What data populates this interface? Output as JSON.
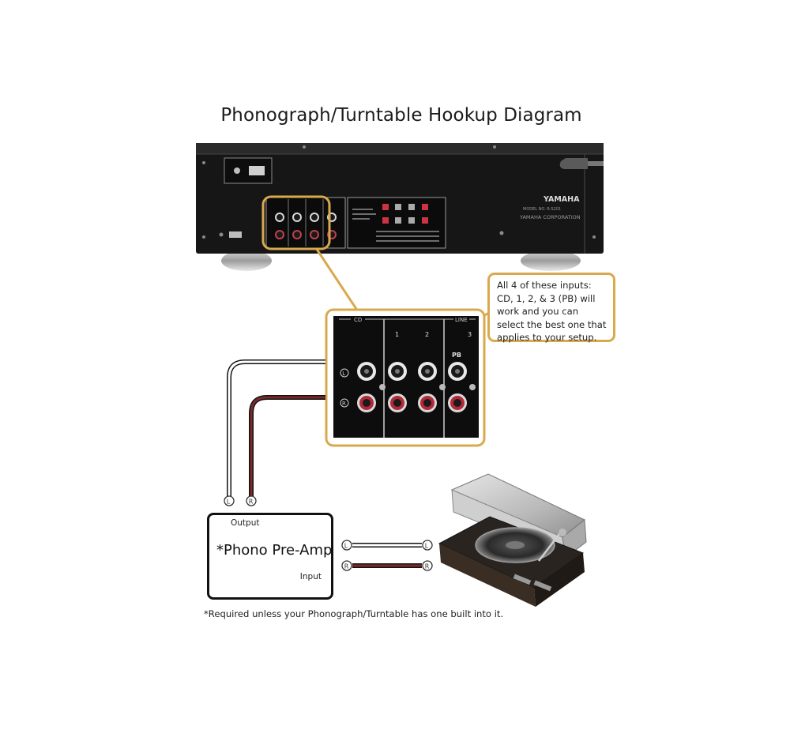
{
  "diagram": {
    "title": "Phonograph/Turntable Hookup Diagram",
    "callout": {
      "lines": [
        "All 4 of these inputs:",
        "CD, 1, 2, & 3 (PB) will",
        "work and you can",
        "select the best one that",
        "applies to your setup."
      ]
    },
    "receiver": {
      "brand": "YAMAHA",
      "model": "MODEL NO.  R-S201",
      "maker": "YAMAHA CORPORATION"
    },
    "input_panel": {
      "cd_label": "CD",
      "line_label": "LINE",
      "column_labels": [
        "1",
        "2",
        "3"
      ],
      "pb_label": "PB",
      "left_label": "L",
      "right_label": "R"
    },
    "preamp": {
      "output_label": "Output",
      "name": "*Phono Pre-Amp",
      "input_label": "Input"
    },
    "cable_labels": {
      "left": "L",
      "right": "R"
    },
    "footnote": "*Required unless your Phonograph/Turntable has one built into it.",
    "colors": {
      "highlight": "#d9a94d",
      "left_cable": "#ffffff",
      "right_cable": "#7a2a2a",
      "receiver_body": "#161616"
    }
  }
}
